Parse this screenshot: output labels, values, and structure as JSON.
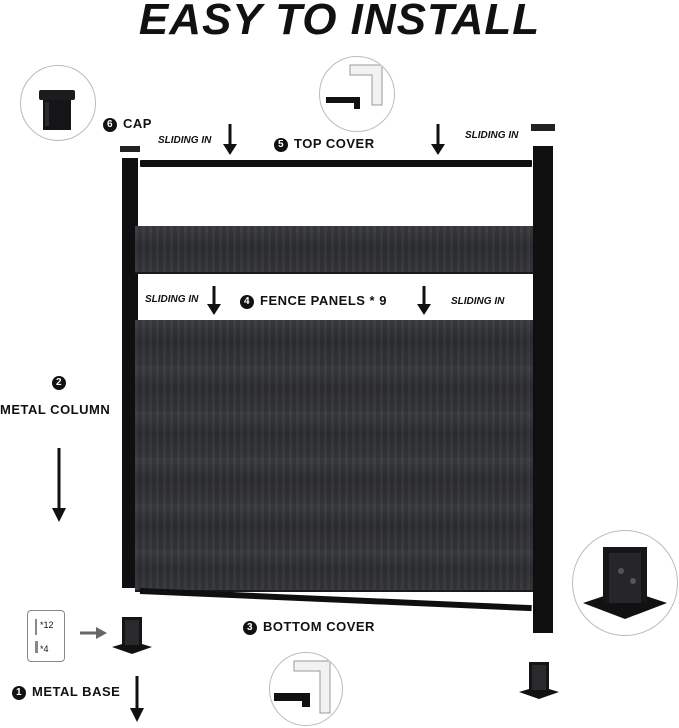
{
  "title": "EASY TO INSTALL",
  "steps": {
    "cap": {
      "number": "6",
      "label": "CAP"
    },
    "top_cover": {
      "number": "5",
      "label": "TOP COVER"
    },
    "fence_panels": {
      "number": "4",
      "label": "FENCE PANELS * 9"
    },
    "metal_column": {
      "number": "2",
      "label": "METAL COLUMN"
    },
    "bottom_cover": {
      "number": "3",
      "label": "BOTTOM COVER"
    },
    "metal_base": {
      "number": "1",
      "label": "METAL BASE"
    }
  },
  "sliding_in": "SLIDING IN",
  "screws": {
    "count_a": "*12",
    "count_b": "*4"
  },
  "colors": {
    "panel": "#333438",
    "frame": "#0f0f10",
    "text": "#111111"
  }
}
